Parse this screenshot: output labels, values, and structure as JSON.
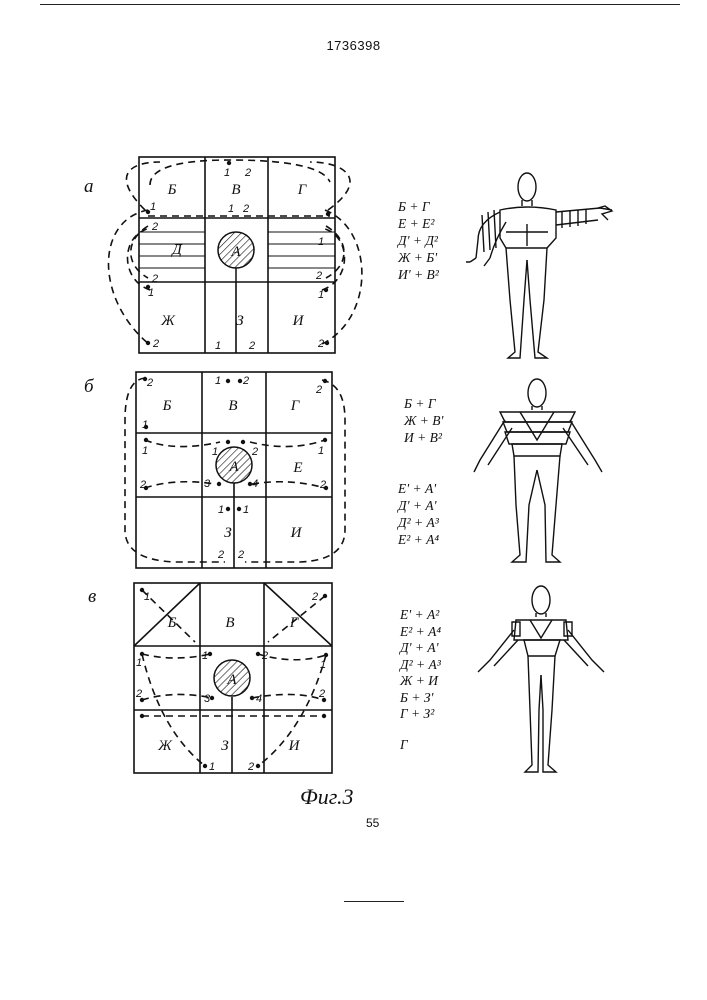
{
  "document_number": "1736398",
  "caption": "Фиг.3",
  "page_number": "55",
  "panels": [
    {
      "label": "а",
      "cells": [
        "Б",
        "В",
        "Г",
        "Д",
        "А",
        "Ж",
        "З",
        "И"
      ],
      "formulas": [
        "Б + Г",
        "Е + Е²",
        "Д' + Д²",
        "Ж + Б'",
        "И' + В²"
      ]
    },
    {
      "label": "б",
      "cells": [
        "Б",
        "В",
        "Г",
        "А",
        "Е",
        "З",
        "И"
      ],
      "formulas_top": [
        "Б + Г",
        "Ж + В'",
        "И + В²"
      ],
      "formulas_bottom": [
        "Е' + А'",
        "Д' + А'",
        "Д² + А³",
        "Е² + А⁴"
      ]
    },
    {
      "label": "в",
      "cells": [
        "Б",
        "В",
        "Г",
        "А",
        "Ж",
        "З",
        "И"
      ],
      "formulas": [
        "Е' + А²",
        "Е² + А⁴",
        "Д' + А'",
        "Д² + А³",
        "Ж + И",
        "Б + З'",
        "Г + З²",
        "Г"
      ]
    }
  ],
  "point_labels": [
    "1",
    "2",
    "3",
    "4"
  ]
}
